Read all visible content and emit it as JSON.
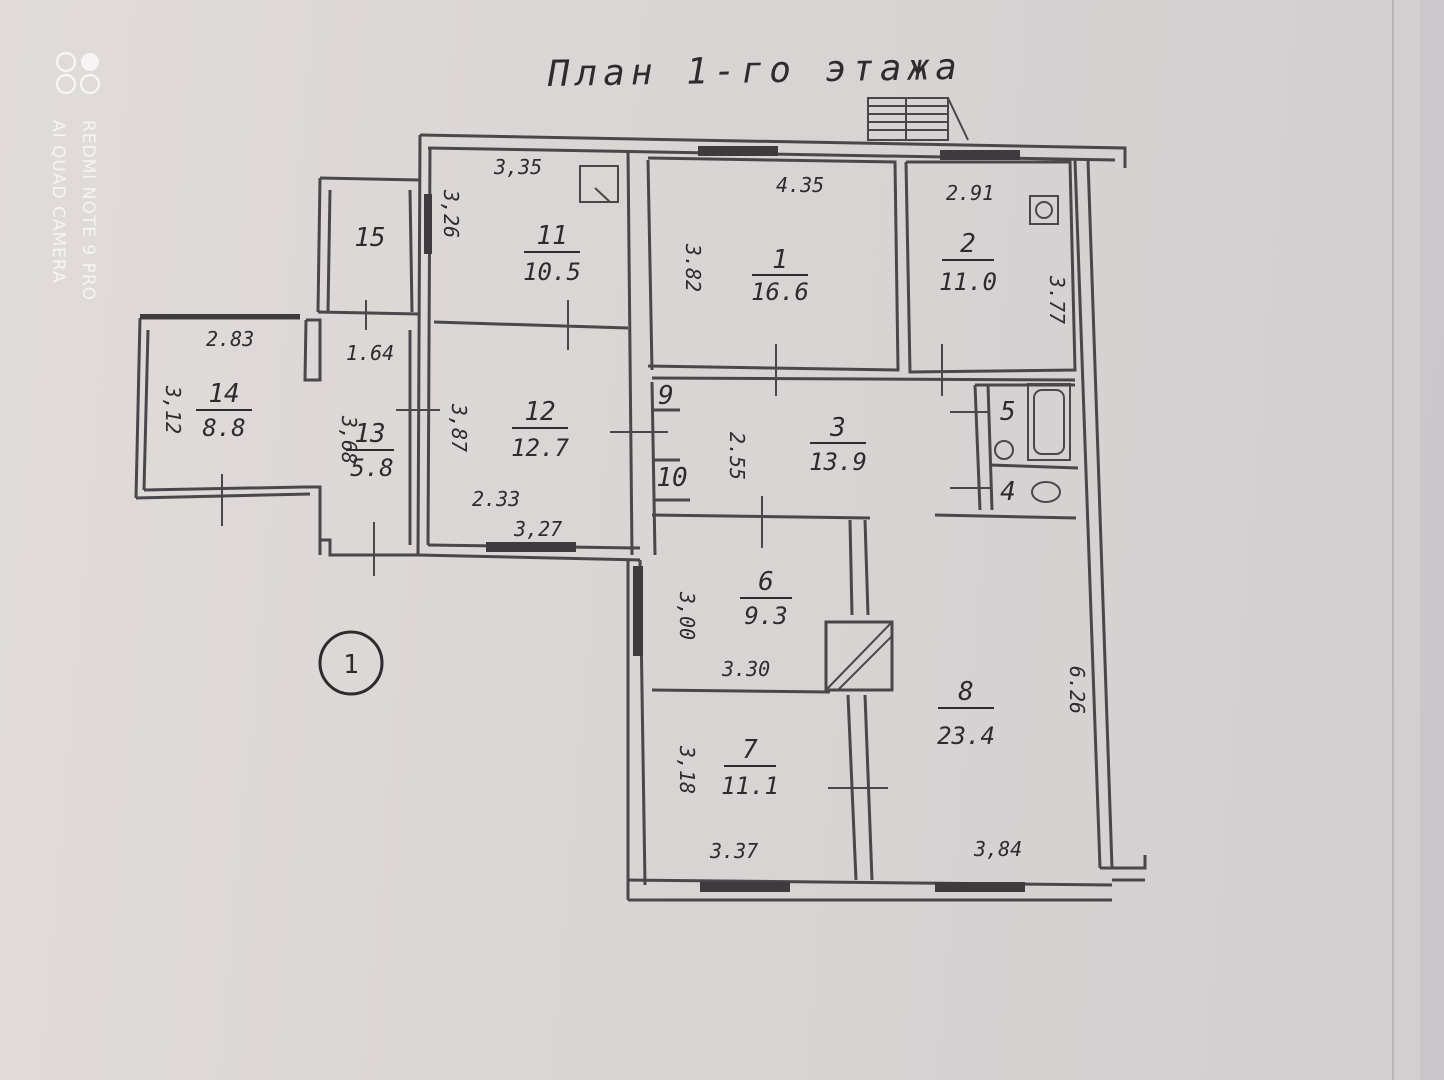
{
  "title": "План 1-го этажа",
  "watermark": {
    "line1": "REDMI NOTE 9 PRO",
    "line2": "AI QUAD CAMERA"
  },
  "plan_number": "1",
  "rooms": [
    {
      "id": "1",
      "area": "16.6",
      "dims": [
        "4.35",
        "3.82"
      ]
    },
    {
      "id": "2",
      "area": "11.0",
      "dims": [
        "2.91",
        "3.77"
      ]
    },
    {
      "id": "3",
      "area": "13.9",
      "dims": [
        "2.55"
      ]
    },
    {
      "id": "4"
    },
    {
      "id": "5"
    },
    {
      "id": "6",
      "area": "9.3",
      "dims": [
        "3,00",
        "3.30"
      ]
    },
    {
      "id": "7",
      "area": "11.1",
      "dims": [
        "3,18",
        "3.37"
      ]
    },
    {
      "id": "8",
      "area": "23.4",
      "dims": [
        "6.26",
        "3,84"
      ]
    },
    {
      "id": "9"
    },
    {
      "id": "10"
    },
    {
      "id": "11",
      "area": "10.5",
      "dims": [
        "3,35",
        "3,26"
      ]
    },
    {
      "id": "12",
      "area": "12.7",
      "dims": [
        "3,87",
        "2.33",
        "3,27"
      ]
    },
    {
      "id": "13",
      "area": "5.8",
      "dims": [
        "1.64",
        "3,68"
      ]
    },
    {
      "id": "14",
      "area": "8.8",
      "dims": [
        "2.83",
        "3,12"
      ]
    },
    {
      "id": "15"
    }
  ],
  "colors": {
    "ink": "#4b4649",
    "paper": "#dcd8d6",
    "watermark": "#f6f4f4"
  }
}
